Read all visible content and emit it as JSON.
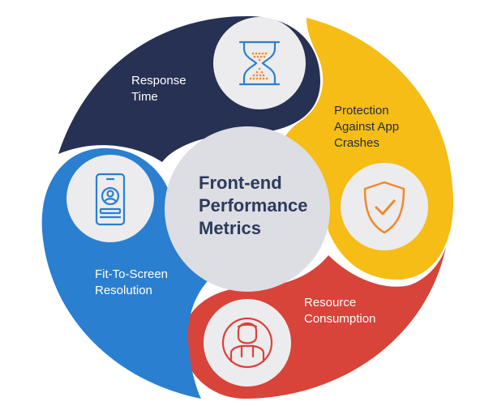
{
  "center": {
    "line1": "Front-end",
    "line2": "Performance",
    "line3": "Metrics"
  },
  "segments": {
    "response_time": {
      "line1": "Response",
      "line2": "Time",
      "color": "#273153",
      "icon": "hourglass-icon"
    },
    "protection": {
      "line1": "Protection",
      "line2": "Against App",
      "line3": "Crashes",
      "color": "#f6bd16",
      "icon": "shield-check-icon"
    },
    "resource": {
      "line1": "Resource",
      "line2": "Consumption",
      "color": "#d8433a",
      "icon": "person-icon"
    },
    "fit_to_screen": {
      "line1": "Fit-To-Screen",
      "line2": "Resolution",
      "color": "#2a7fd0",
      "icon": "mobile-profile-icon"
    }
  },
  "colors": {
    "center_fill": "#dcdee3",
    "icon_circle_fill": "#ececee",
    "icon_stroke_blue": "#2a7fd0",
    "icon_stroke_orange": "#f0892c",
    "icon_stroke_red": "#d8433a"
  }
}
